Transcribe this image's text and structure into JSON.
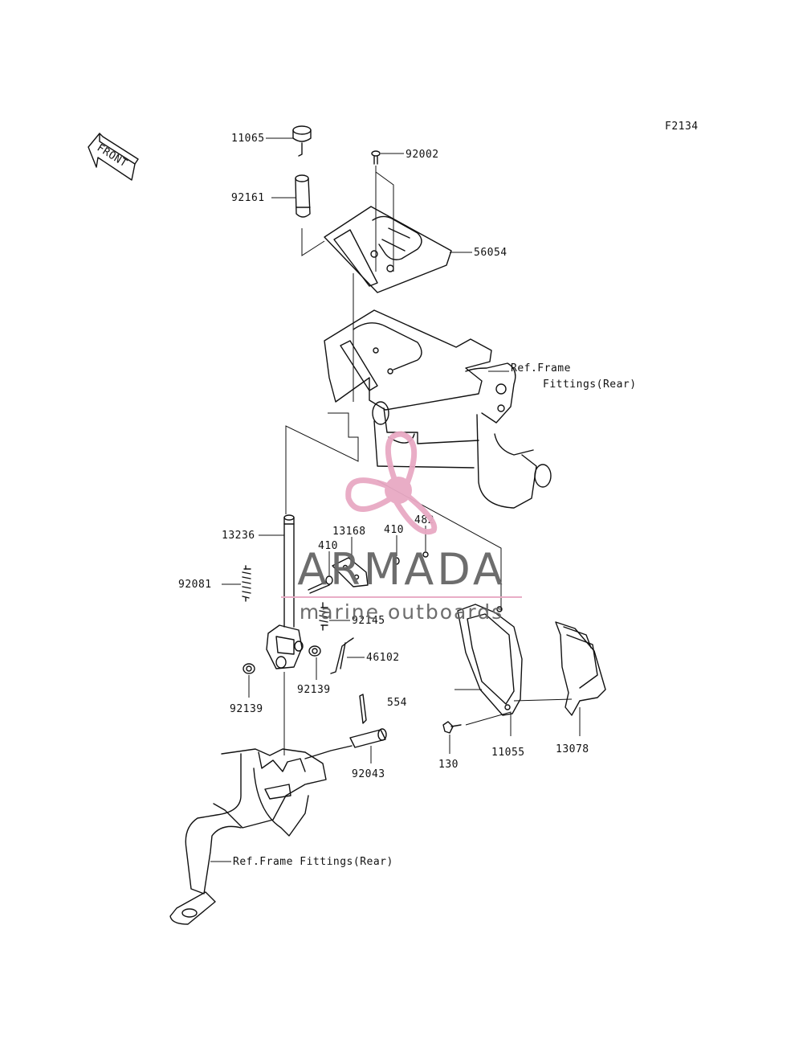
{
  "figure_code": "F2134",
  "front_indicator": "FRONT",
  "parts": {
    "p11065": "11065",
    "p92002": "92002",
    "p92161": "92161",
    "p56054": "56054",
    "p13236": "13236",
    "p13168": "13168",
    "p410a": "410",
    "p410b": "410",
    "p482": "482",
    "p92081": "92081",
    "p92145": "92145",
    "p46102": "46102",
    "p92139a": "92139",
    "p92139b": "92139",
    "p554": "554",
    "p130": "130",
    "p11055": "11055",
    "p13078": "13078",
    "p92043": "92043"
  },
  "references": {
    "frame_rear_top_line1": "Ref.Frame",
    "frame_rear_top_line2": "Fittings(Rear)",
    "frame_rear_bottom": "Ref.Frame Fittings(Rear)"
  },
  "watermark": {
    "brand": "ARMADA",
    "tagline": "marine outboards",
    "color_pink": "#e8a9c4",
    "color_gray": "#666666"
  }
}
